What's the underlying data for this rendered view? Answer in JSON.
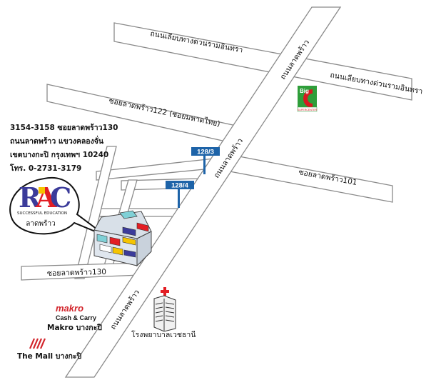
{
  "address": {
    "line1": "3154-3158 ซอยลาดพร้าว130",
    "line2": "ถนนลาดพร้าว แขวงคลองจั่น",
    "line3": "เขตบางกะปิ กรุงเทพฯ 10240",
    "line4": "โทร. 0-2731-3179"
  },
  "roads": {
    "expressway_top": "ถนนเลียบทางด่วนรามอินทรา",
    "expressway_right": "ถนนเลียบทางด่วนรามอินทรา",
    "soi_122": "ซอยลาดพร้าว122 (ซอยมหาดไทย)",
    "soi_101": "ซอยลาดพร้าว101",
    "soi_130": "ซอยลาดพร้าว130",
    "main_upper": "ถนนลาดพร้าว",
    "main_middle": "ถนนลาดพร้าว",
    "main_lower": "ถนนลาดพร้าว"
  },
  "signs": {
    "soi_128_3": "128/3",
    "soi_128_4": "128/4"
  },
  "rac_logo": {
    "brand": "RAC",
    "tagline": "SUCCESSFUL EDUCATION",
    "branch": "ลาดพร้าว"
  },
  "landmarks": {
    "bigc_text": "Big",
    "bigc_sub": "SUPERCENTER",
    "makro_brand": "makro",
    "makro_cash": "Cash & Carry",
    "makro_label": "Makro บางกะปิ",
    "mall_label": "The Mall บางกะปิ",
    "hospital_label": "โรงพยาบาลเวชธานี"
  },
  "colors": {
    "sign_blue": "#1d63a8",
    "makro_red": "#d2232a",
    "bigc_green": "#2f9e3a",
    "bigc_red": "#d71920",
    "rac_blue": "#3b3b9a",
    "rac_red": "#e31e24",
    "rac_yellow": "#f5c400"
  }
}
